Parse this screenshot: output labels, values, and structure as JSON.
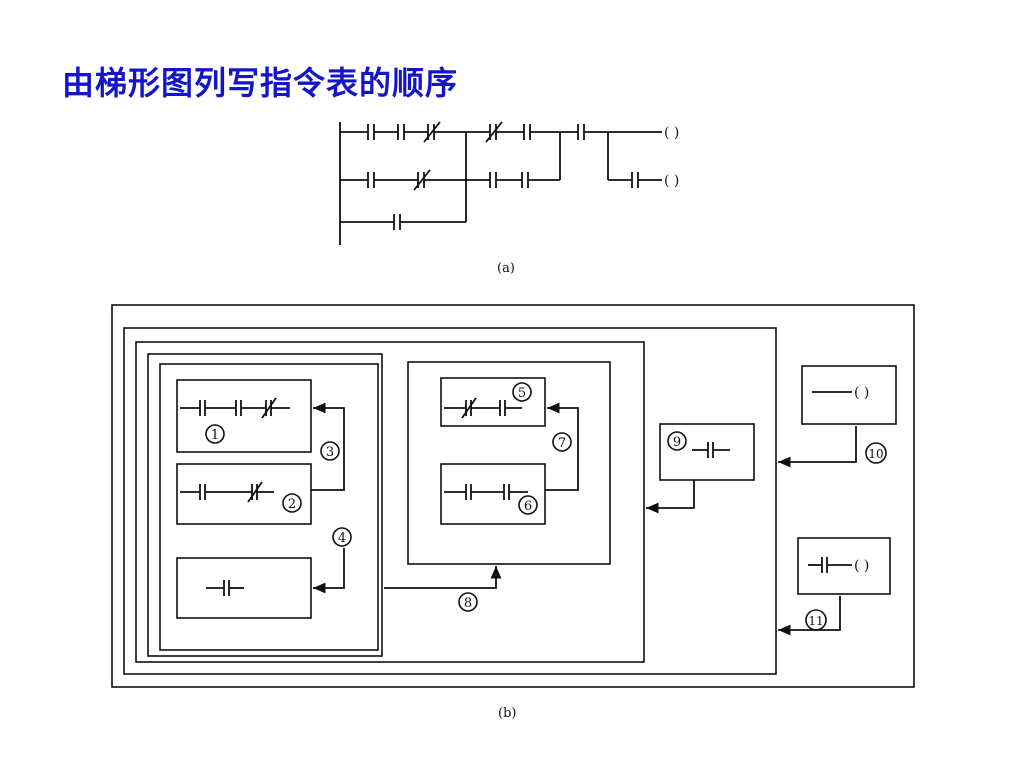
{
  "slide": {
    "title": "由梯形图列写指令表的顺序"
  },
  "diagram_a": {
    "caption": "(a)",
    "coil_symbol": "(  )"
  },
  "diagram_b": {
    "caption": "(b)",
    "coil_symbol": "(  )",
    "step_labels": [
      "1",
      "2",
      "3",
      "4",
      "5",
      "6",
      "7",
      "8",
      "9",
      "10",
      "11"
    ]
  }
}
